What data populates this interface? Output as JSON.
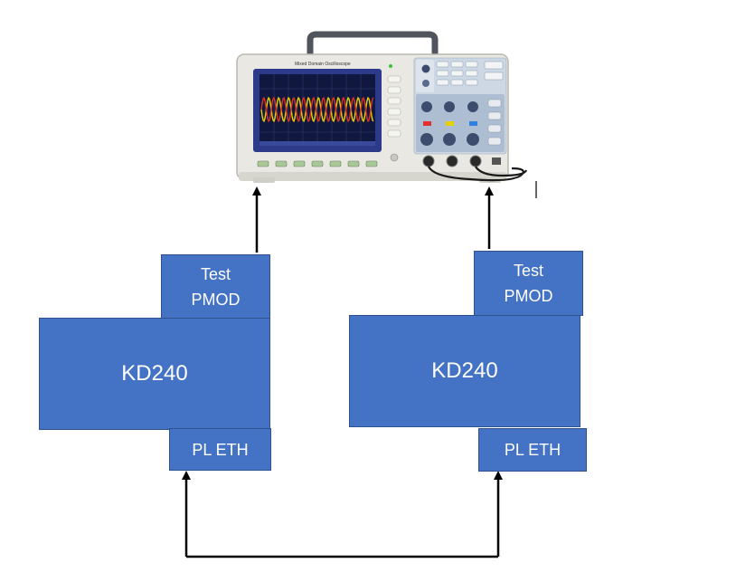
{
  "left_board": {
    "test_pmod_label_line1": "Test",
    "test_pmod_label_line2": "PMOD",
    "board_label": "KD240",
    "pl_eth_label": "PL ETH"
  },
  "right_board": {
    "test_pmod_label_line1": "Test",
    "test_pmod_label_line2": "PMOD",
    "board_label": "KD240",
    "pl_eth_label": "PL ETH"
  },
  "oscilloscope": {
    "title_text": "Mixed Domain Oscilloscope",
    "icon": "oscilloscope-icon"
  },
  "colors": {
    "box_fill": "#4472c4",
    "box_border": "#2f528f",
    "wave_yellow": "#e8d000",
    "wave_red": "#e03020"
  }
}
